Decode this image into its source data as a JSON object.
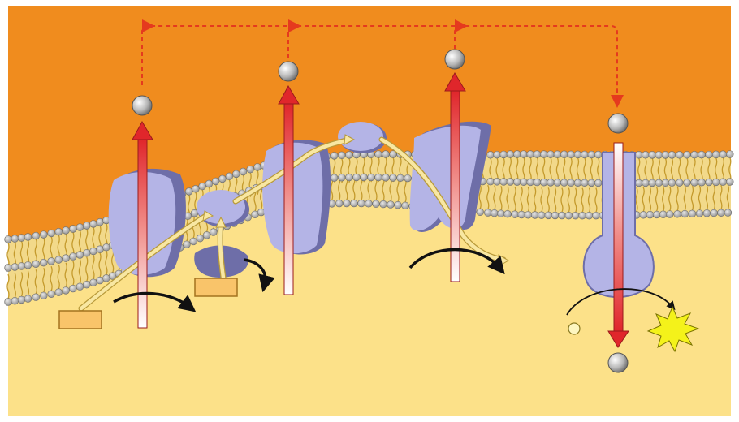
{
  "colors": {
    "outside": "#f08c1e",
    "inside": "#fce189",
    "lipid_head": "#a9a9a9",
    "lipid_tail": "#e2c35a",
    "protein": "#b4b4e6",
    "protein_shadow": "#6e6ea8",
    "transport_arrow": "#e0262b",
    "feedback_line": "#e53a1e",
    "flow_arrow": "#f8e7a2",
    "ligand_box": "#f9c46a",
    "burst": "#f4f21a",
    "black_arrow": "#111111"
  },
  "diagram": {
    "compartments": [
      "outside-space",
      "inside-space",
      "lipid-bilayer"
    ],
    "proteins": [
      "protein-1",
      "protein-2",
      "protein-3",
      "protein-4",
      "protein-5",
      "protein-6"
    ],
    "ions": [
      "ion-1-out",
      "ion-2-out",
      "ion-3-out",
      "ion-4-out",
      "ion-5-in"
    ],
    "products": [
      "small-product-circle",
      "energy-burst"
    ]
  }
}
